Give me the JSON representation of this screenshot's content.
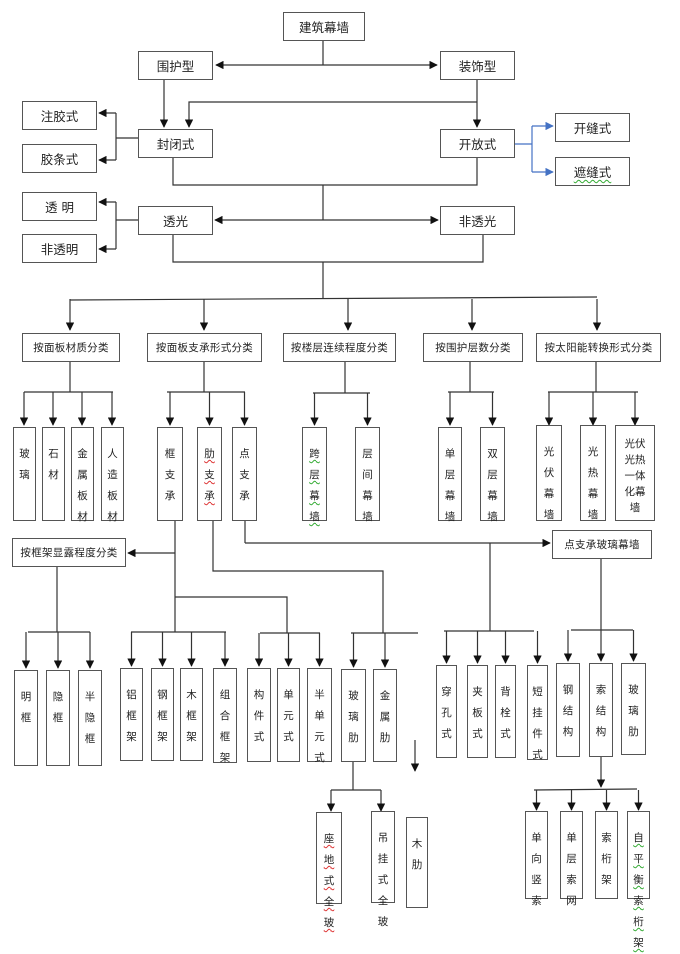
{
  "diagram": {
    "title": "建筑幕墙",
    "level1": {
      "left": "围护型",
      "right": "装饰型"
    },
    "closed": "封闭式",
    "closed_children": [
      "注胶式",
      "胶条式"
    ],
    "open": "开放式",
    "open_children": [
      "开缝式",
      "遮缝式"
    ],
    "light": {
      "left": "透光",
      "right": "非透光"
    },
    "light_children": [
      "透 明",
      "非透明"
    ],
    "categories": [
      {
        "label": "按面板材质分类",
        "children": [
          "玻璃",
          "石材",
          "金属板材",
          "人造板材"
        ]
      },
      {
        "label": "按面板支承形式分类",
        "children": [
          "框支承",
          "肋支承",
          "点支承"
        ]
      },
      {
        "label": "按楼层连续程度分类",
        "children": [
          "跨层幕墙",
          "层间幕墙"
        ]
      },
      {
        "label": "按围护层数分类",
        "children": [
          "单层幕墙",
          "双层幕墙"
        ]
      },
      {
        "label": "按太阳能转换形式分类",
        "children": [
          "光伏幕墙",
          "光热幕墙",
          "光伏光热一体化幕墙"
        ]
      }
    ],
    "frame_exposure": {
      "label": "按框架显露程度分类",
      "children": [
        "明框",
        "隐框",
        "半隐框"
      ]
    },
    "frame_material": [
      "铝框架",
      "钢框架",
      "木框架",
      "组合框架"
    ],
    "frame_unit": [
      "构件式",
      "单元式",
      "半单元式"
    ],
    "rib_types": [
      "玻璃肋",
      "金属肋"
    ],
    "glass_rib_children": [
      "座地式全玻",
      "吊挂式全玻"
    ],
    "wood_rib": "木肋",
    "point_support": {
      "label": "点支承玻璃幕墙"
    },
    "point_fixing": [
      "穿孔式",
      "夹板式",
      "背栓式",
      "短挂件式"
    ],
    "point_structure": [
      "钢结构",
      "索结构",
      "玻璃肋"
    ],
    "cable_children": [
      "单向竖索",
      "单层索网",
      "索桁架",
      "自平衡索桁架"
    ],
    "colors": {
      "line": "#333333",
      "blue_arrow": "#4472c4",
      "box_border": "#555555"
    }
  }
}
